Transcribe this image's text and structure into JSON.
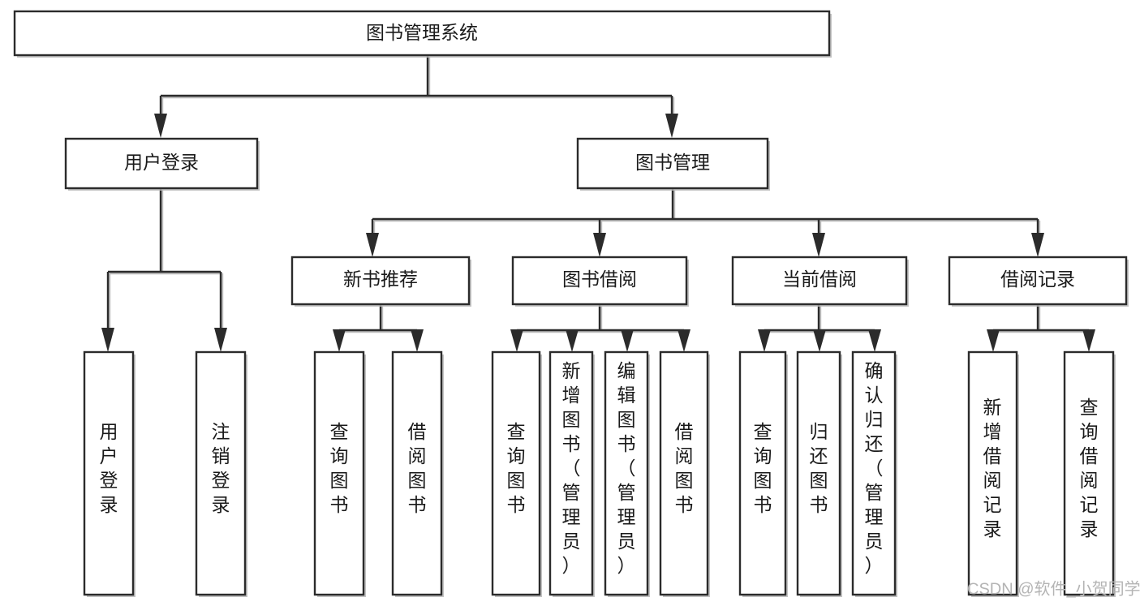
{
  "diagram": {
    "title": "图书管理系统",
    "type": "tree-hierarchy-diagram",
    "watermark": "CSDN @软件_小贺同学",
    "colors": {
      "box_fill": "#ffffff",
      "box_stroke": "#2b2b2b",
      "connector": "#2b2b2b",
      "text": "#1a1a1a",
      "watermark": "#b4b4b4",
      "background": "#ffffff"
    },
    "nodes": {
      "root": {
        "label": "图书管理系统"
      },
      "level1": [
        {
          "label": "用户登录"
        },
        {
          "label": "图书管理"
        }
      ],
      "level2": [
        {
          "label": "新书推荐"
        },
        {
          "label": "图书借阅"
        },
        {
          "label": "当前借阅"
        },
        {
          "label": "借阅记录"
        }
      ],
      "leaves": {
        "user_login": [
          {
            "label": "用户登录"
          },
          {
            "label": "注销登录"
          }
        ],
        "new_book_recommend": [
          {
            "label": "查询图书"
          },
          {
            "label": "借阅图书"
          }
        ],
        "book_borrow": [
          {
            "label": "查询图书"
          },
          {
            "label": "新增图书（管理员）"
          },
          {
            "label": "编辑图书（管理员）"
          },
          {
            "label": "借阅图书"
          }
        ],
        "current_borrow": [
          {
            "label": "查询图书"
          },
          {
            "label": "归还图书"
          },
          {
            "label": "确认归还（管理员）"
          }
        ],
        "borrow_record": [
          {
            "label": "新增借阅记录"
          },
          {
            "label": "查询借阅记录"
          }
        ]
      }
    }
  }
}
